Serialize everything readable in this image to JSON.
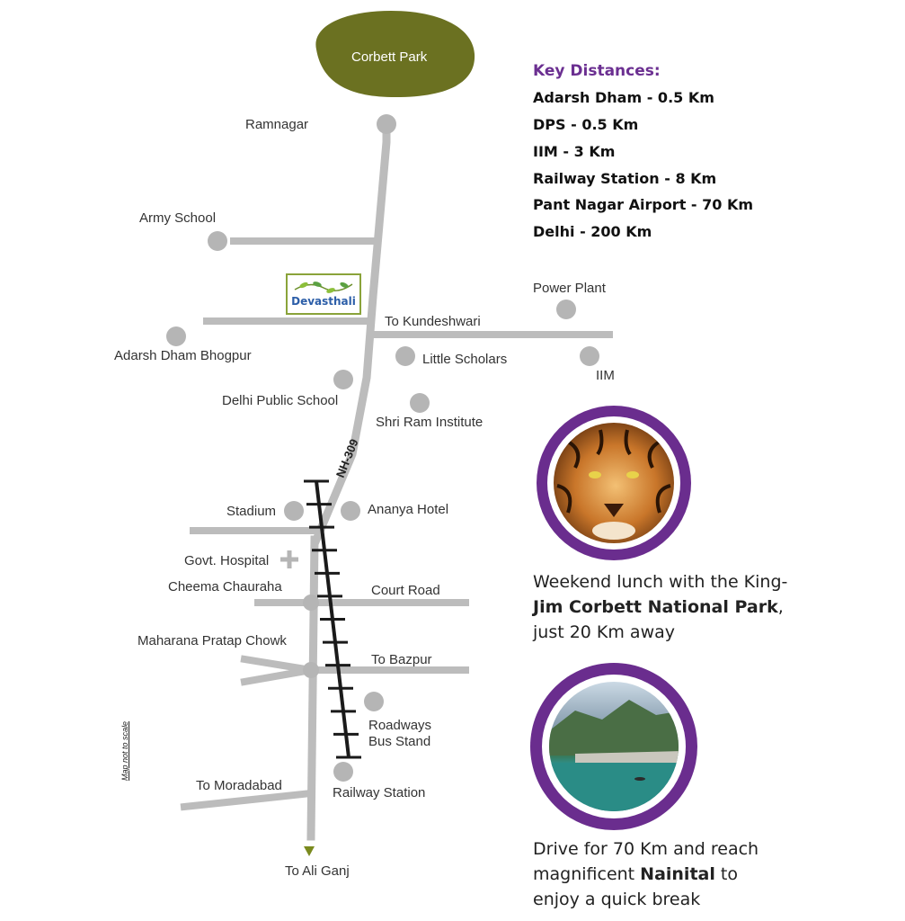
{
  "park": {
    "name": "Corbett Park"
  },
  "logo": {
    "name": "Devasthali"
  },
  "road_label": "NH-309",
  "places": {
    "ramnagar": "Ramnagar",
    "army_school": "Army School",
    "to_kundeshwari": "To Kundeshwari",
    "power_plant": "Power Plant",
    "adarsh_dham": "Adarsh Dham Bhogpur",
    "little_scholars": "Little Scholars",
    "iim": "IIM",
    "dps": "Delhi Public School",
    "shri_ram": "Shri Ram Institute",
    "stadium": "Stadium",
    "ananya": "Ananya Hotel",
    "hospital": "Govt. Hospital",
    "cheema": "Cheema Chauraha",
    "court_road": "Court Road",
    "maharana": "Maharana Pratap Chowk",
    "to_bazpur": "To Bazpur",
    "roadways_1": "Roadways",
    "roadways_2": "Bus Stand",
    "to_moradabad": "To Moradabad",
    "railway_station": "Railway Station",
    "to_ali_ganj": "To Ali Ganj"
  },
  "scale_note": "Map not to scale",
  "key_distances": {
    "title": "Key Distances:",
    "items": [
      "Adarsh Dham - 0.5 Km",
      "DPS - 0.5 Km",
      "IIM - 3 Km",
      "Railway Station - 8 Km",
      "Pant Nagar Airport - 70 Km",
      "Delhi - 200 Km"
    ]
  },
  "promo_corbett": {
    "line1": "Weekend lunch with the King-",
    "line2": "Jim Corbett National Park",
    "line2_suffix": ",",
    "line3": "just 20 Km away"
  },
  "promo_nainital": {
    "line1": "Drive for 70 Km and reach",
    "line2_prefix": "magnificent ",
    "line2_bold": "Nainital",
    "line2_suffix": " to",
    "line3": "enjoy a quick break"
  },
  "colors": {
    "road": "#bcbcbc",
    "marker": "#b5b5b5",
    "park": "#6b7121",
    "accent": "#6b2f91",
    "rail": "#1a1a1a",
    "arrow": "#7a8a1e"
  }
}
